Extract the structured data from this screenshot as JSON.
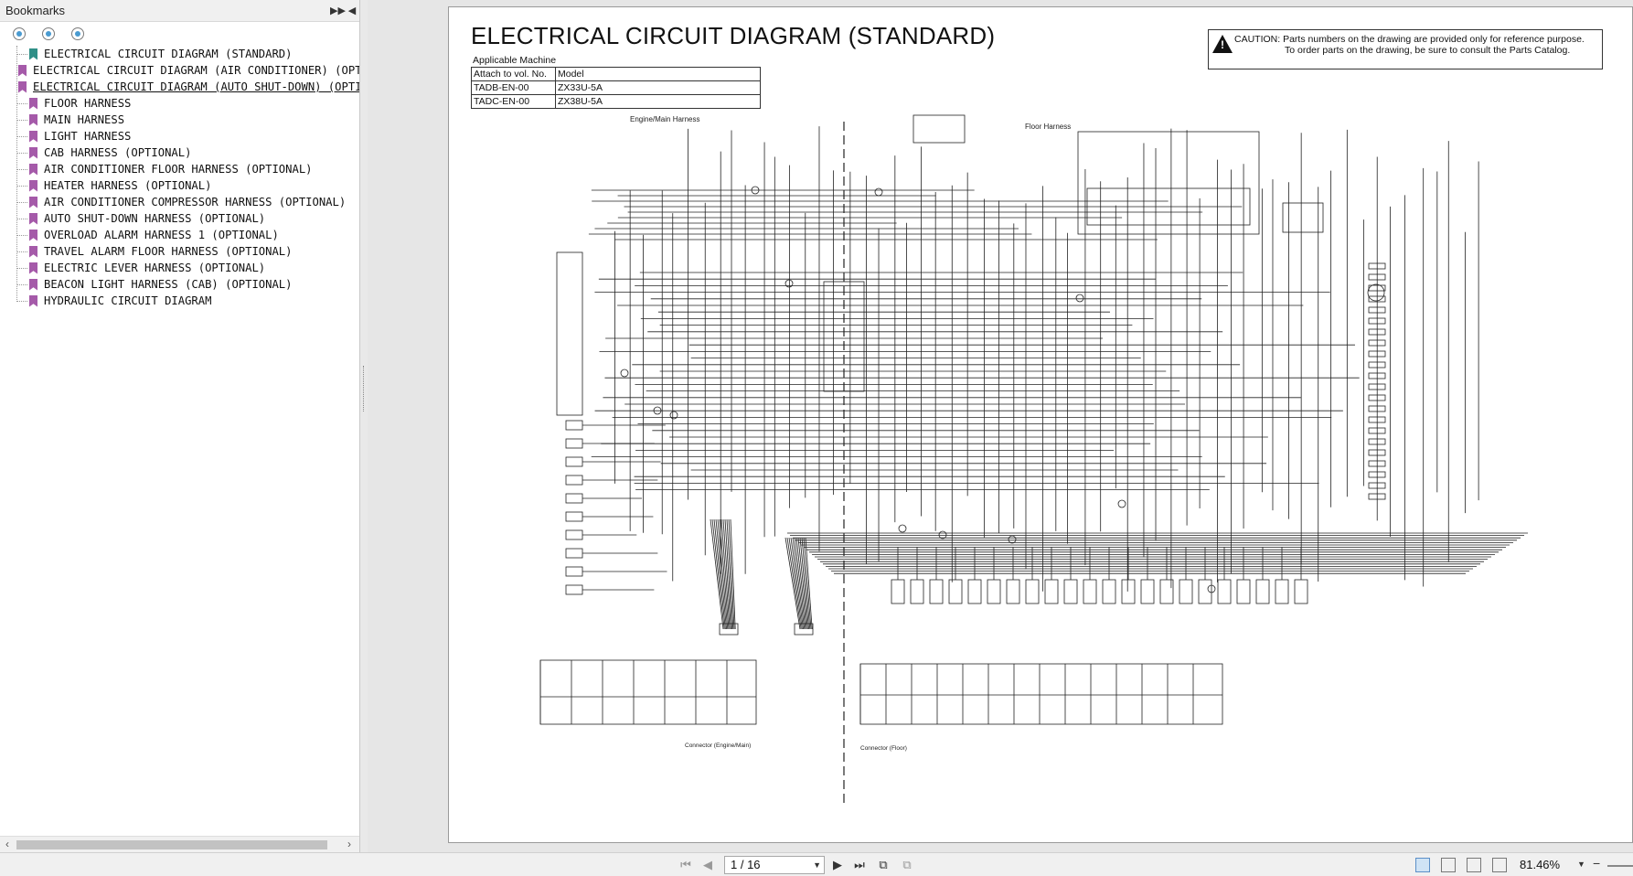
{
  "sidebar": {
    "title": "Bookmarks",
    "items": [
      {
        "label": "ELECTRICAL CIRCUIT DIAGRAM (STANDARD)"
      },
      {
        "label": "ELECTRICAL CIRCUIT DIAGRAM (AIR CONDITIONER) (OPTIONA"
      },
      {
        "label": "ELECTRICAL CIRCUIT DIAGRAM (AUTO SHUT-DOWN) (OPTION"
      },
      {
        "label": "FLOOR HARNESS"
      },
      {
        "label": "MAIN HARNESS"
      },
      {
        "label": "LIGHT HARNESS"
      },
      {
        "label": "CAB HARNESS (OPTIONAL)"
      },
      {
        "label": "AIR CONDITIONER FLOOR HARNESS (OPTIONAL)"
      },
      {
        "label": "HEATER HARNESS (OPTIONAL)"
      },
      {
        "label": "AIR CONDITIONER COMPRESSOR HARNESS (OPTIONAL)"
      },
      {
        "label": "AUTO SHUT-DOWN HARNESS (OPTIONAL)"
      },
      {
        "label": "OVERLOAD ALARM HARNESS 1 (OPTIONAL)"
      },
      {
        "label": "TRAVEL ALARM FLOOR HARNESS (OPTIONAL)"
      },
      {
        "label": "ELECTRIC LEVER HARNESS (OPTIONAL)"
      },
      {
        "label": "BEACON LIGHT HARNESS (CAB) (OPTIONAL)"
      },
      {
        "label": "HYDRAULIC CIRCUIT DIAGRAM"
      }
    ]
  },
  "document": {
    "title": "ELECTRICAL CIRCUIT DIAGRAM (STANDARD)",
    "caution_line1": "CAUTION: Parts numbers on the drawing are provided only for reference purpose.",
    "caution_line2": "To order parts on the drawing, be sure to consult the Parts Catalog.",
    "applicable_label": "Applicable Machine",
    "table": {
      "header": [
        "Attach to vol. No.",
        "Model"
      ],
      "rows": [
        [
          "TADB-EN-00",
          "ZX33U-5A"
        ],
        [
          "TADC-EN-00",
          "ZX38U-5A"
        ]
      ]
    },
    "diagram": {
      "engine_main_label": "Engine/Main Harness",
      "floor_label": "Floor Harness",
      "connector_engine_main_label": "Connector (Engine/Main)",
      "connector_floor_label": "Connector (Floor)"
    }
  },
  "toolbar": {
    "page_display": "1 / 16",
    "zoom": "81.46%"
  },
  "colors": {
    "bookmark_icon": "#a55aa9",
    "bookmark_icon_first": "#2f8f87",
    "background": "#e6e6e6"
  }
}
